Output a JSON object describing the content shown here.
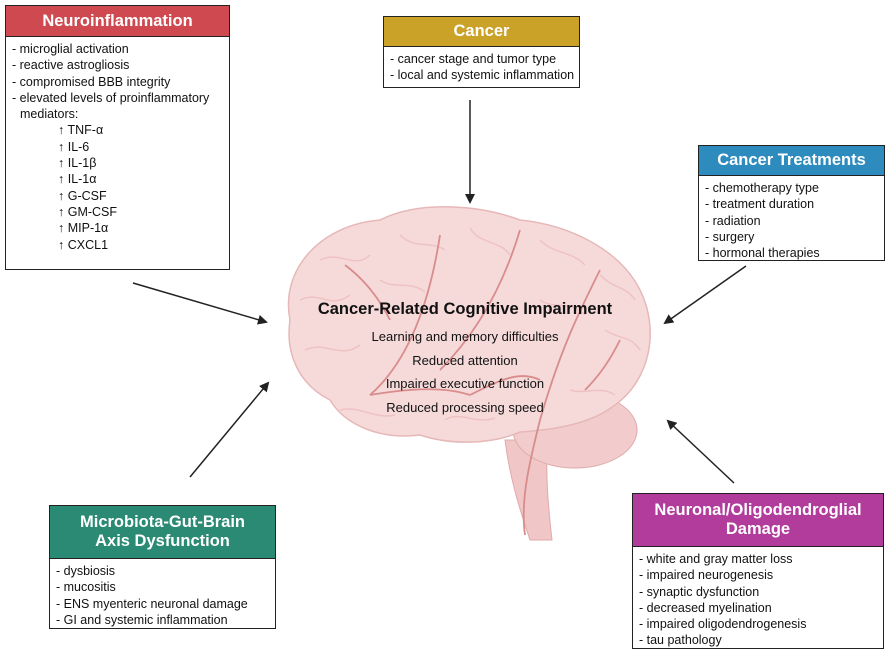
{
  "colors": {
    "neuro": "#cf4a50",
    "cancer": "#c9a227",
    "treatments": "#2e8bbd",
    "mgb": "#2a8a73",
    "neuronal": "#b23c9c",
    "brain_fill": "#f4d5d5",
    "vessel": "#d98c8c"
  },
  "neuroinflammation": {
    "title": "Neuroinflammation",
    "items": [
      "- microglial activation",
      "- reactive astrogliosis",
      "- compromised BBB integrity",
      "- elevated levels of proinflammatory",
      "mediators:"
    ],
    "mediators": [
      "↑ TNF-α",
      "↑ IL-6",
      "↑ IL-1β",
      "↑ IL-1α",
      "↑ G-CSF",
      "↑ GM-CSF",
      "↑ MIP-1α",
      "↑ CXCL1"
    ]
  },
  "cancer": {
    "title": "Cancer",
    "items": [
      "- cancer stage and tumor type",
      "- local and systemic inflammation"
    ]
  },
  "treatments": {
    "title": "Cancer Treatments",
    "items": [
      "- chemotherapy type",
      "- treatment duration",
      "- radiation",
      "- surgery",
      "- hormonal therapies"
    ]
  },
  "mgb": {
    "title_line1": "Microbiota-Gut-Brain",
    "title_line2": "Axis Dysfunction",
    "items": [
      "- dysbiosis",
      "- mucositis",
      "- ENS myenteric neuronal damage",
      "- GI and systemic inflammation"
    ]
  },
  "neuronal": {
    "title_line1": "Neuronal/Oligodendroglial",
    "title_line2": "Damage",
    "items": [
      "- white and gray matter loss",
      "- impaired neurogenesis",
      "- synaptic dysfunction",
      "- decreased myelination",
      "- impaired oligodendrogenesis",
      "- tau pathology"
    ]
  },
  "center": {
    "title": "Cancer-Related Cognitive Impairment",
    "lines": [
      "Learning and memory difficulties",
      "Reduced attention",
      "Impaired executive function",
      "Reduced processing speed"
    ]
  }
}
